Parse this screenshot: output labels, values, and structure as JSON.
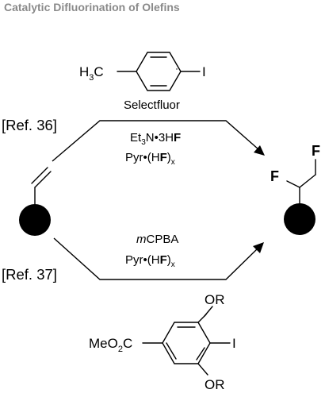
{
  "title": "Catalytic Difluorination of Olefins",
  "top_catalyst": {
    "methyl": "H",
    "methyl_sub": "3",
    "methyl_c": "C",
    "iodo": "I",
    "reagent": "Selectfluor"
  },
  "top_route": {
    "ref": "[Ref. 36]",
    "cond1_a": "Et",
    "cond1_sub": "3",
    "cond1_b": "N",
    "cond1_dot": "•",
    "cond1_c": "3H",
    "cond1_f": "F",
    "cond2_a": "Pyr",
    "cond2_dot": "•",
    "cond2_b": "(H",
    "cond2_f": "F",
    "cond2_c": ")",
    "cond2_sub": "x"
  },
  "bottom_route": {
    "ref": "[Ref. 37]",
    "oxidant_m": "m",
    "oxidant": "CPBA",
    "cond2_a": "Pyr",
    "cond2_dot": "•",
    "cond2_b": "(H",
    "cond2_f": "F",
    "cond2_c": ")",
    "cond2_sub": "x"
  },
  "product": {
    "f1": "F",
    "f2": "F"
  },
  "bottom_catalyst": {
    "or_top": "OR",
    "or_bottom": "OR",
    "iodo": "I",
    "ester_a": "MeO",
    "ester_sub": "2",
    "ester_b": "C"
  }
}
